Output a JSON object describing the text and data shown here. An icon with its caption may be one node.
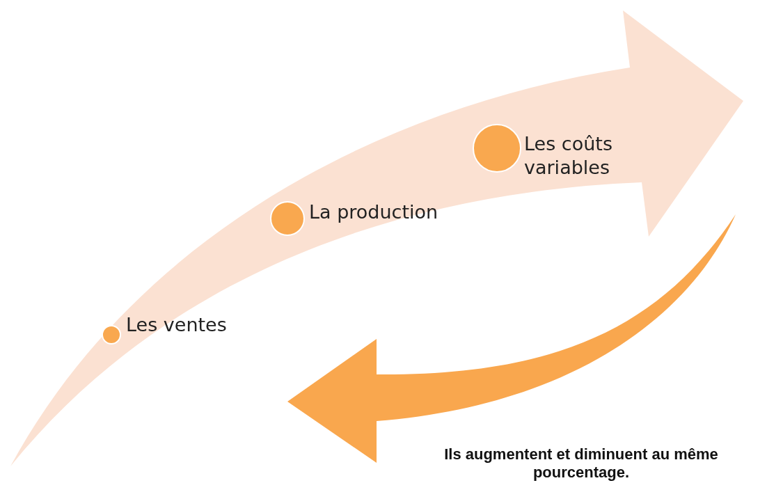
{
  "diagram": {
    "nodes": [
      {
        "text": [
          "Les ventes"
        ]
      },
      {
        "text": [
          "La production"
        ]
      },
      {
        "text": [
          "Les coûts variables"
        ]
      }
    ],
    "labels": [
      "Ils augmentent et diminuent au même pourcentage."
    ]
  }
}
